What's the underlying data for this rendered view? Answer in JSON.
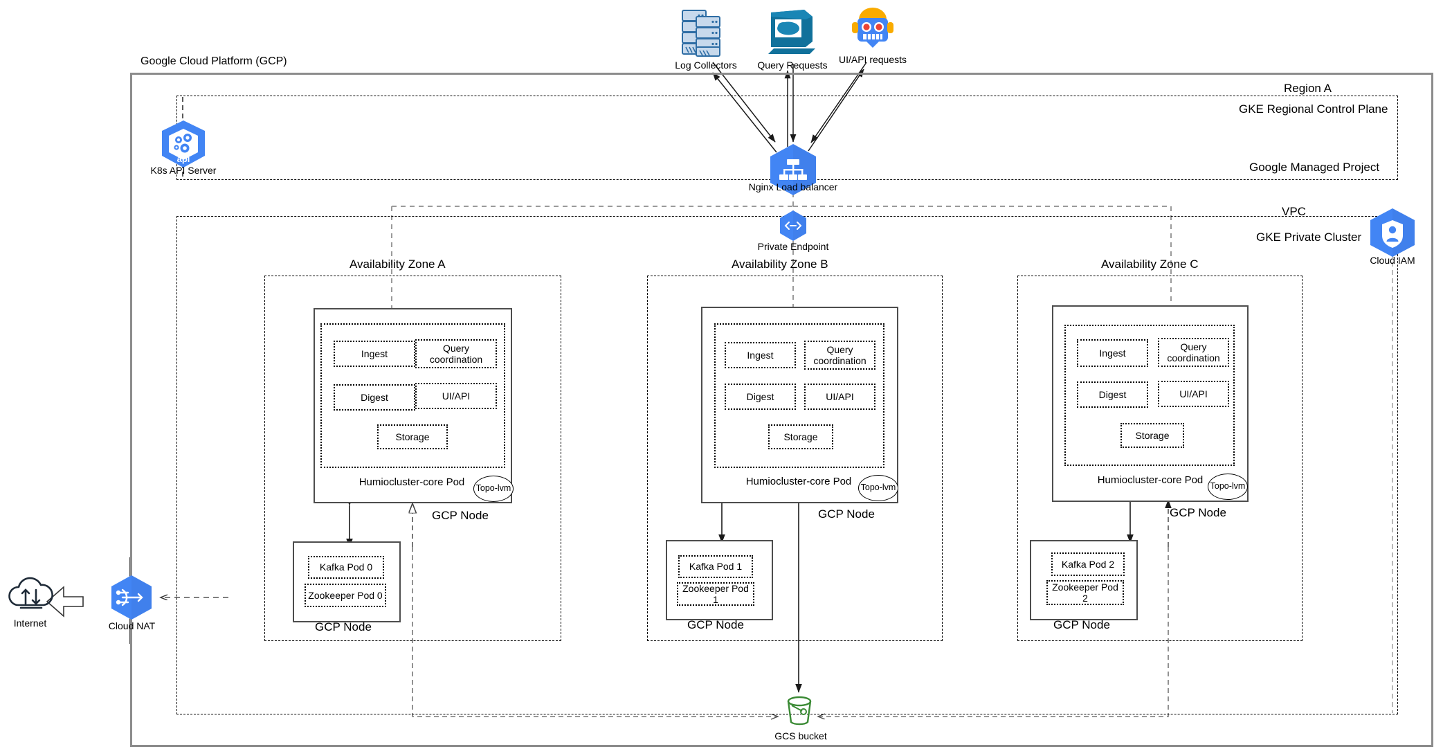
{
  "diagram": {
    "title": "Google Cloud Platform (GCP)",
    "regions": {
      "region_a": "Region A",
      "gke_control_plane": "GKE Regional Control Plane",
      "google_managed_project": "Google Managed Project",
      "vpc": "VPC",
      "gke_private_cluster": "GKE Private Cluster"
    },
    "external_actors": [
      {
        "id": "log-collectors",
        "label": "Log Collectors",
        "icon": "servers-stack-icon"
      },
      {
        "id": "query-requests",
        "label": "Query Requests",
        "icon": "desktop-monitor-icon"
      },
      {
        "id": "uiapi-requests",
        "label": "UI/API requests",
        "icon": "robot-icon"
      }
    ],
    "gcp_services": [
      {
        "id": "k8s-api-server",
        "label": "K8s API Server",
        "icon": "kubernetes-hexagon-icon",
        "badge": "api"
      },
      {
        "id": "nginx-lb",
        "label": "Nginx Load balancer",
        "icon": "load-balancer-hexagon-icon"
      },
      {
        "id": "private-endpoint",
        "label": "Private Endpoint",
        "icon": "private-endpoint-hexagon-icon"
      },
      {
        "id": "cloud-iam",
        "label": "Cloud IAM",
        "icon": "cloud-iam-hexagon-icon"
      },
      {
        "id": "cloud-nat",
        "label": "Cloud NAT",
        "icon": "cloud-nat-hexagon-icon"
      },
      {
        "id": "internet",
        "label": "Internet",
        "icon": "internet-cloud-icon"
      },
      {
        "id": "gcs-bucket",
        "label": "GCS bucket",
        "icon": "storage-bucket-icon"
      }
    ],
    "zones": [
      {
        "id": "zone-a",
        "label": "Availability Zone A",
        "core_node": {
          "node_label": "GCP Node",
          "pod_label": "Humiocluster-core Pod",
          "topolvm_label": "Topo-lvm",
          "components": [
            "Ingest",
            "Query coordination",
            "Digest",
            "UI/API",
            "Storage"
          ]
        },
        "kafka_node": {
          "node_label": "GCP Node",
          "kafka_pod": "Kafka Pod 0",
          "zookeeper_pod": "Zookeeper Pod 0"
        }
      },
      {
        "id": "zone-b",
        "label": "Availability Zone B",
        "core_node": {
          "node_label": "GCP Node",
          "pod_label": "Humiocluster-core Pod",
          "topolvm_label": "Topo-lvm",
          "components": [
            "Ingest",
            "Query coordination",
            "Digest",
            "UI/API",
            "Storage"
          ]
        },
        "kafka_node": {
          "node_label": "GCP Node",
          "kafka_pod": "Kafka Pod 1",
          "zookeeper_pod": "Zookeeper Pod 1"
        }
      },
      {
        "id": "zone-c",
        "label": "Availability Zone C",
        "core_node": {
          "node_label": "GCP Node",
          "pod_label": "Humiocluster-core Pod",
          "topolvm_label": "Topo-lvm",
          "components": [
            "Ingest",
            "Query coordination",
            "Digest",
            "UI/API",
            "Storage"
          ]
        },
        "kafka_node": {
          "node_label": "GCP Node",
          "kafka_pod": "Kafka Pod 2",
          "zookeeper_pod": "Zookeeper Pod 2"
        }
      }
    ],
    "colors": {
      "gcp_blue": "#4285F4",
      "frame_gray": "#8c8c8c",
      "bucket_green": "#3A8A34",
      "icon_teal": "#11719B",
      "robot_orange": "#F9AB00"
    }
  }
}
